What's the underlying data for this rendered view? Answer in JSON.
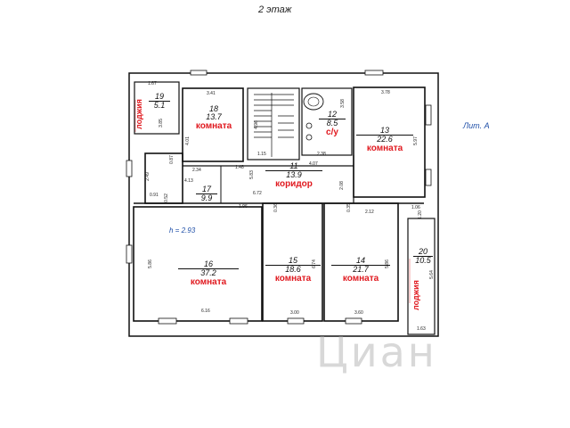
{
  "floor_title": "2 этаж",
  "lit_label": "Лит. А",
  "height_label": "h = 2.93",
  "watermark": "Циан",
  "rooms": [
    {
      "id": "r19",
      "num": "19",
      "area": "5.1",
      "type": "лоджия"
    },
    {
      "id": "r18",
      "num": "18",
      "area": "13.7",
      "type": "комната"
    },
    {
      "id": "r12",
      "num": "12",
      "area": "8.5",
      "type": "с/у"
    },
    {
      "id": "r13",
      "num": "13",
      "area": "22.6",
      "type": "комната"
    },
    {
      "id": "r11",
      "num": "11",
      "area": "13.9",
      "type": "коридор"
    },
    {
      "id": "r17",
      "num": "17",
      "area": "9.9",
      "type": ""
    },
    {
      "id": "r16",
      "num": "16",
      "area": "37.2",
      "type": "комната"
    },
    {
      "id": "r15",
      "num": "15",
      "area": "18.6",
      "type": "комната"
    },
    {
      "id": "r14",
      "num": "14",
      "area": "21.7",
      "type": "комната"
    },
    {
      "id": "r20",
      "num": "20",
      "area": "10.5",
      "type": "лоджия"
    }
  ],
  "dimensions": {
    "d1": "1.67",
    "d2": "3.41",
    "d3": "3.78",
    "d4": "3.58",
    "d5": "3.85",
    "d6": "4.01",
    "d7": "5.97",
    "d8": "4.96",
    "d9": "1.15",
    "d10": "0.87",
    "d11": "2.34",
    "d12": "1.48",
    "d13": "5.83",
    "d14": "2.38",
    "d15": "4.07",
    "d16": "2.49",
    "d17": "4.13",
    "d18": "0.91",
    "d19": "0.52",
    "d20": "6.72",
    "d21": "2.08",
    "d22": "1.96",
    "d23": "0.36",
    "d24": "0.35",
    "d25": "2.12",
    "d26": "1.06",
    "d27": "1.20",
    "d28": "5.86",
    "d29": "6.74",
    "d30": "5.86",
    "d31": "5.64",
    "d32": "6.16",
    "d33": "3.00",
    "d34": "3.60",
    "d35": "1.63"
  }
}
